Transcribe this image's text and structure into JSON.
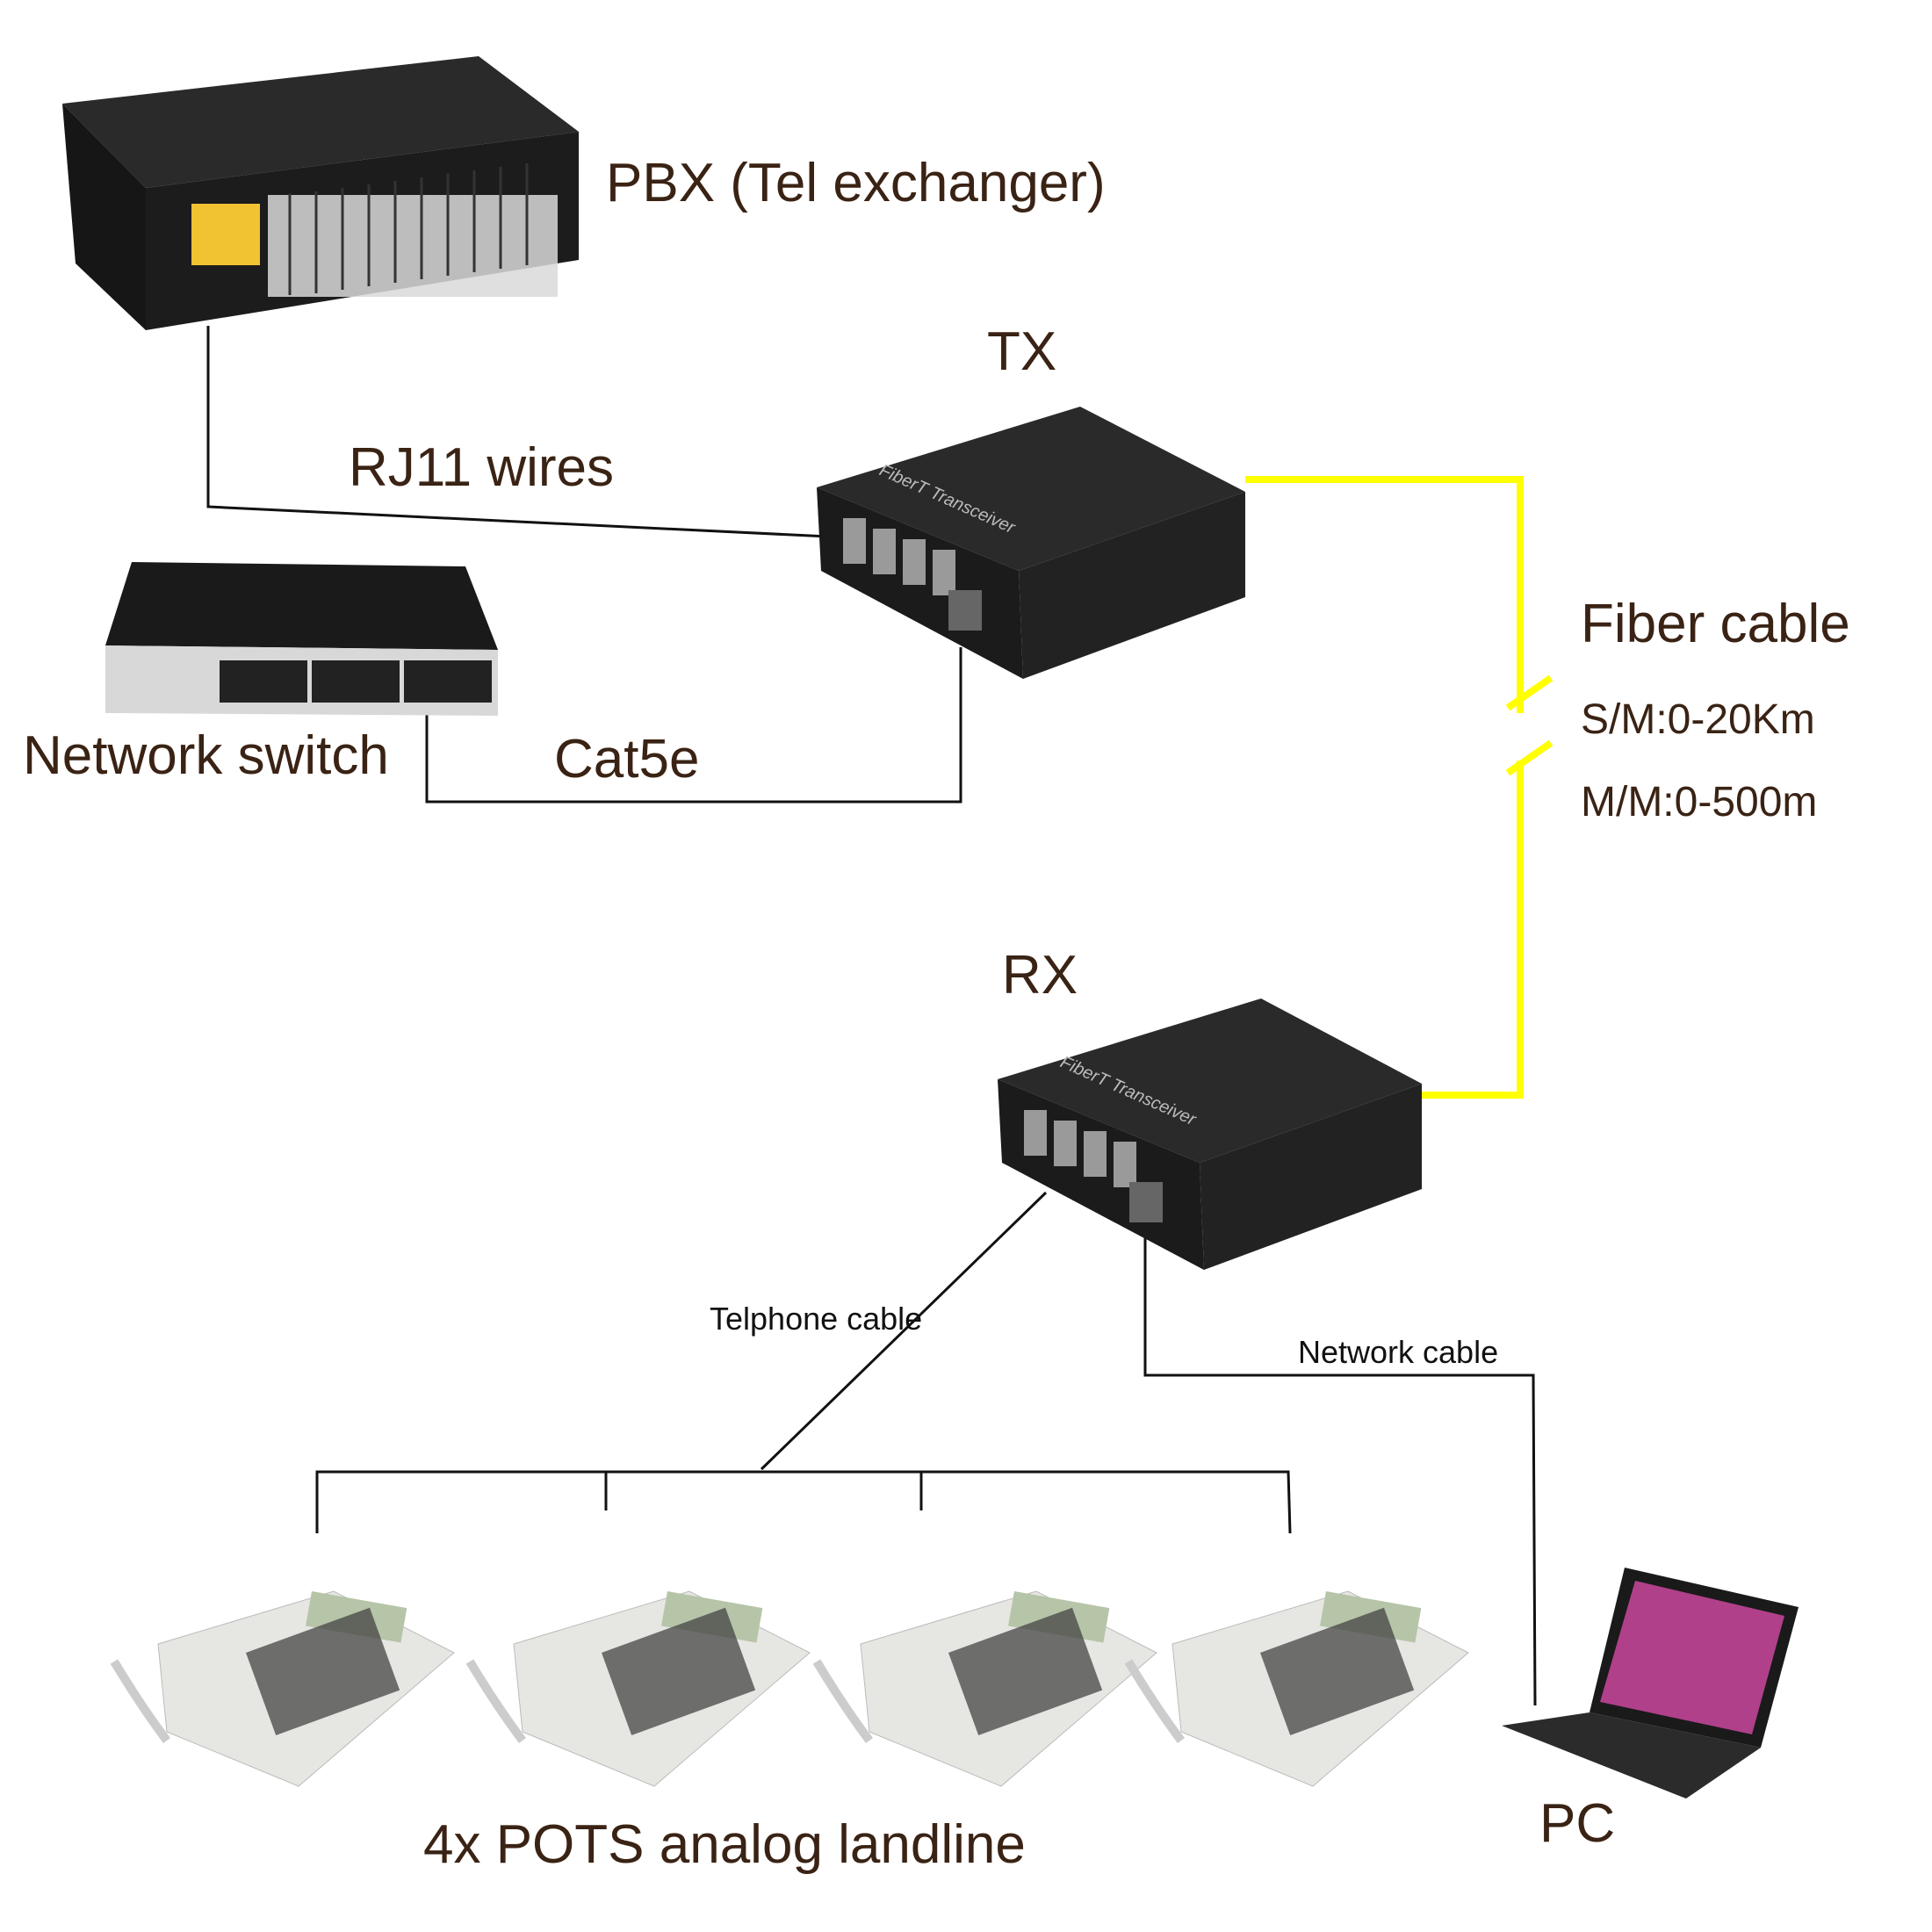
{
  "labels": {
    "pbx": "PBX (Tel exchanger)",
    "tx": "TX",
    "rx": "RX",
    "rj11": "RJ11 wires",
    "switch": "Network switch",
    "cat5e": "Cat5e",
    "fiber": "Fiber cable",
    "sm": "S/M:0-20Km",
    "mm": "M/M:0-500m",
    "telephone_cable": "Telphone cable",
    "network_cable": "Network cable",
    "phones": "4x POTS analog landline",
    "pc": "PC"
  },
  "device_text": {
    "transceiver": "FiberT Transceiver"
  },
  "colors": {
    "fiber": "#ffff00",
    "wire": "#111111",
    "device": "#1e1e1e",
    "text": "#3a2314"
  }
}
